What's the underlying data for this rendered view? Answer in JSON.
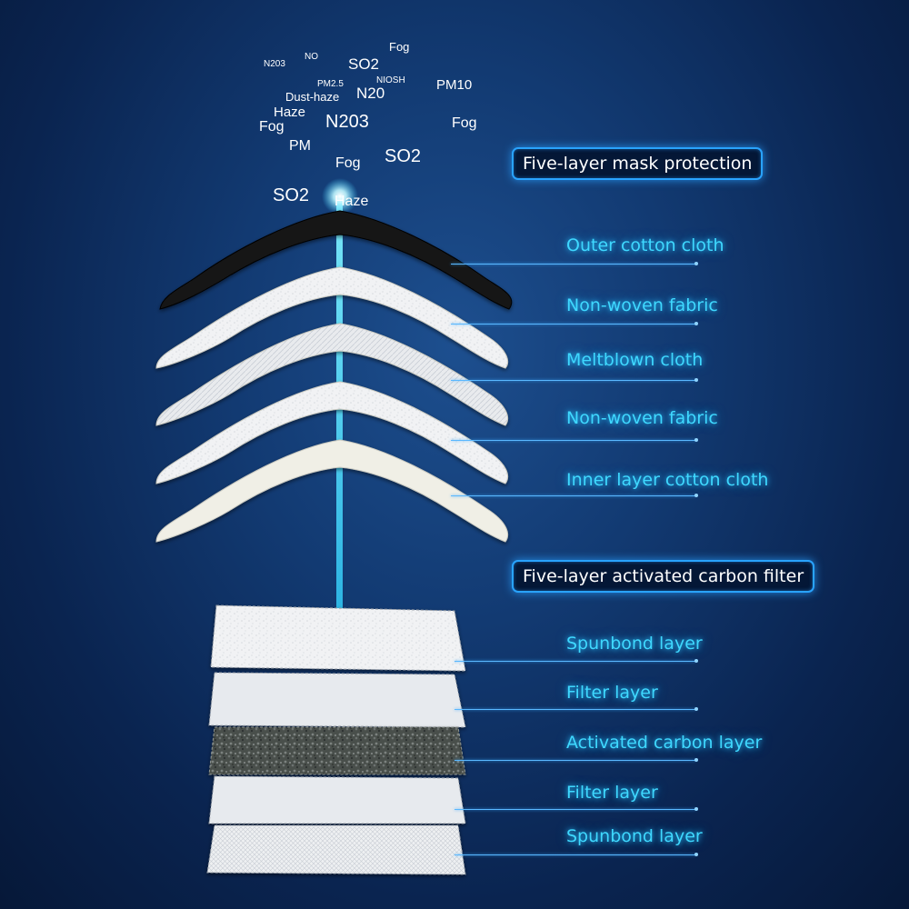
{
  "pollutants": [
    {
      "text": "N203"
    },
    {
      "text": "NO"
    },
    {
      "text": "SO2"
    },
    {
      "text": "Fog"
    },
    {
      "text": "PM2.5"
    },
    {
      "text": "NIOSH"
    },
    {
      "text": "Dust-haze"
    },
    {
      "text": "N20"
    },
    {
      "text": "PM10"
    },
    {
      "text": "Haze"
    },
    {
      "text": "Fog"
    },
    {
      "text": "N203"
    },
    {
      "text": "Fog"
    },
    {
      "text": "PM"
    },
    {
      "text": "SO2"
    },
    {
      "text": "Fog"
    },
    {
      "text": "SO2"
    },
    {
      "text": "Haze"
    }
  ],
  "mask_section": {
    "title": "Five-layer mask protection",
    "layers": [
      {
        "label": "Outer cotton cloth"
      },
      {
        "label": "Non-woven fabric"
      },
      {
        "label": "Meltblown cloth"
      },
      {
        "label": "Non-woven fabric"
      },
      {
        "label": "Inner layer cotton cloth"
      }
    ]
  },
  "filter_section": {
    "title": "Five-layer activated carbon filter",
    "layers": [
      {
        "label": "Spunbond layer"
      },
      {
        "label": "Filter layer"
      },
      {
        "label": "Activated carbon layer"
      },
      {
        "label": "Filter layer"
      },
      {
        "label": "Spunbond layer"
      }
    ]
  },
  "colors": {
    "label_cyan": "#3fd8ff",
    "box_border": "#29a3ff",
    "mask_outer": "#111111",
    "mask_inner": "#efefe6",
    "carbon": "#4a4f4c"
  }
}
